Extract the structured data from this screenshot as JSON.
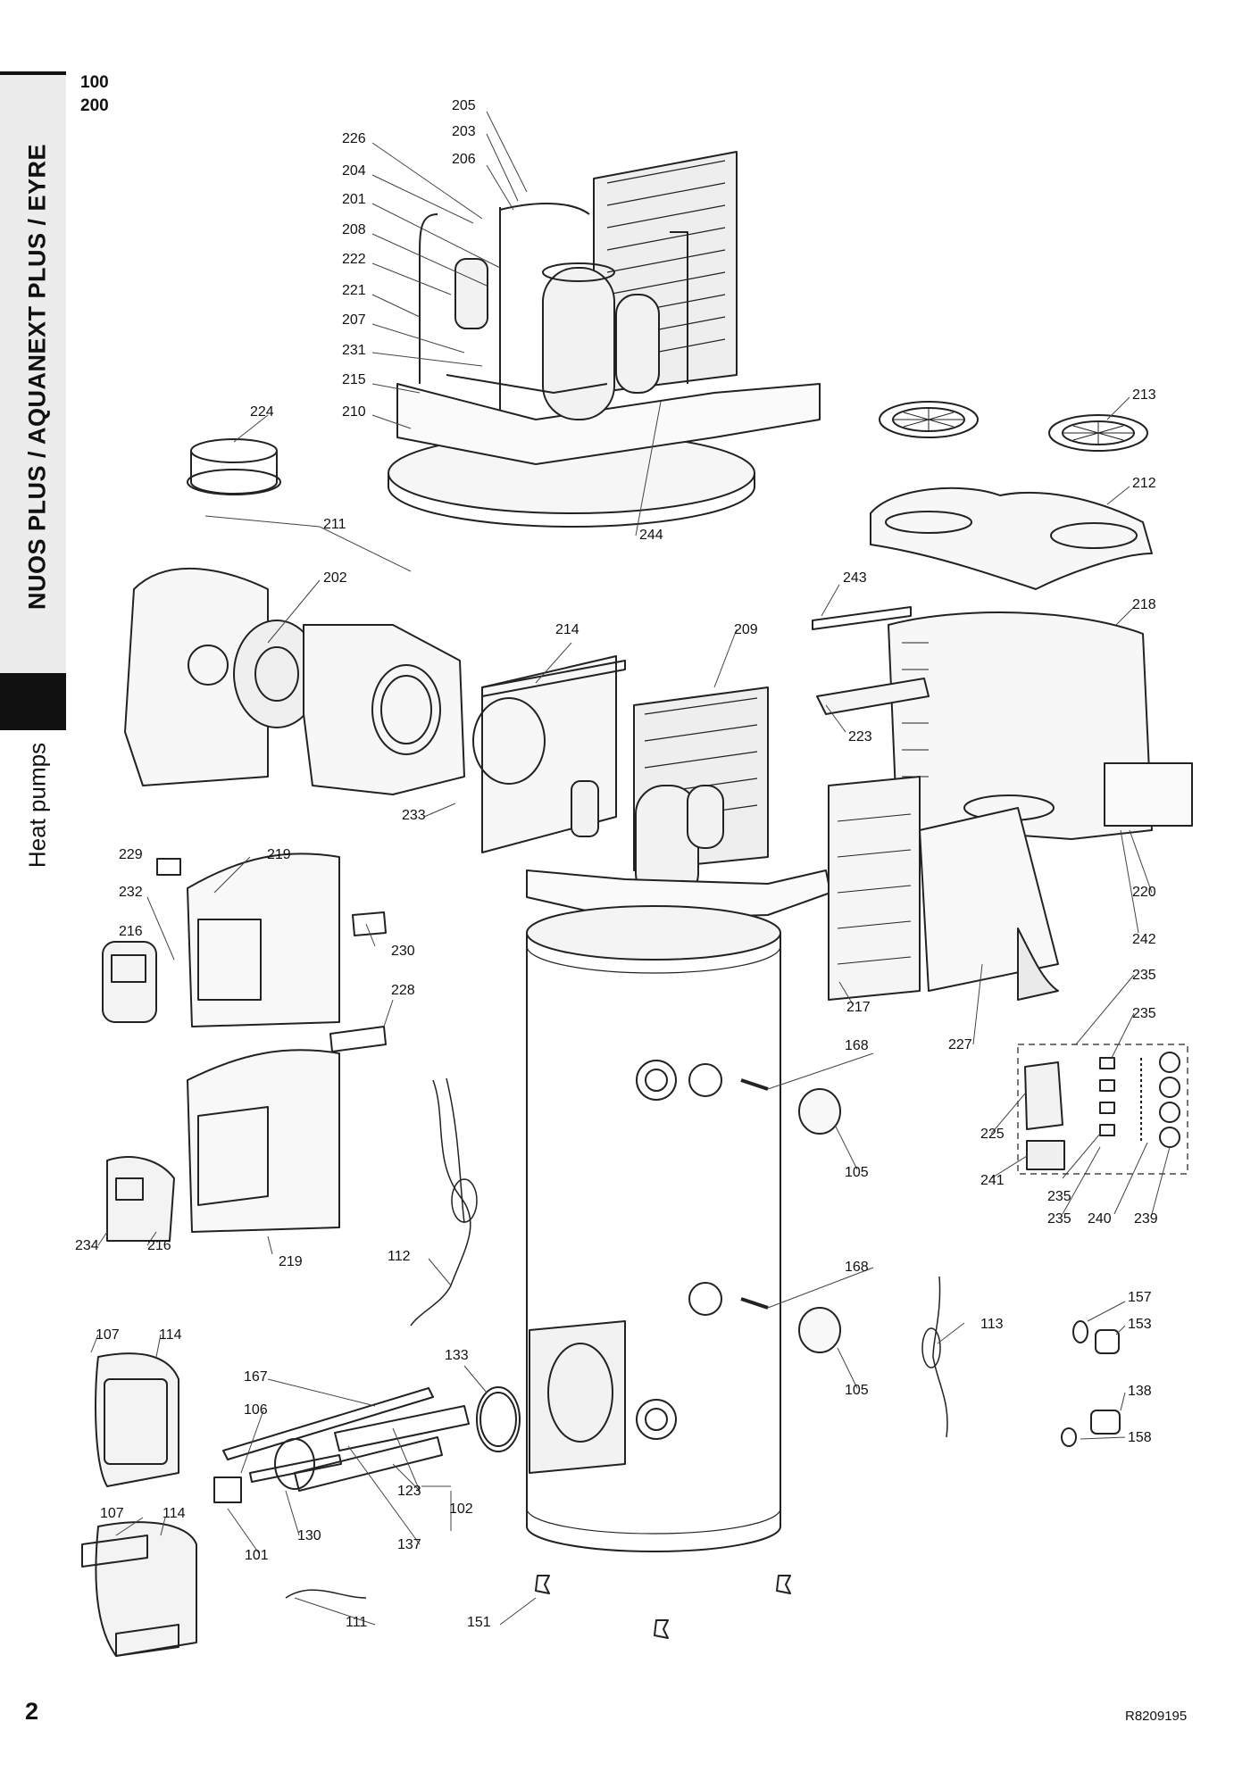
{
  "header": {
    "models": [
      "100",
      "200"
    ]
  },
  "sidebar": {
    "title": "NUOS PLUS / AQUANEXT PLUS / EYRE",
    "section": "Heat pumps"
  },
  "footer": {
    "page_number": "2",
    "document_code": "R8209195"
  },
  "callouts": [
    "205",
    "203",
    "226",
    "206",
    "204",
    "201",
    "208",
    "222",
    "221",
    "207",
    "231",
    "215",
    "210",
    "224",
    "213",
    "212",
    "244",
    "211",
    "202",
    "243",
    "218",
    "214",
    "209",
    "223",
    "233",
    "229",
    "219",
    "232",
    "216",
    "230",
    "228",
    "220",
    "242",
    "217",
    "227",
    "235",
    "235",
    "168",
    "225",
    "241",
    "235",
    "235",
    "240",
    "239",
    "105",
    "234",
    "216",
    "219",
    "112",
    "168",
    "107",
    "114",
    "157",
    "113",
    "153",
    "133",
    "167",
    "105",
    "106",
    "138",
    "158",
    "123",
    "102",
    "107",
    "114",
    "130",
    "137",
    "101",
    "111",
    "151"
  ]
}
